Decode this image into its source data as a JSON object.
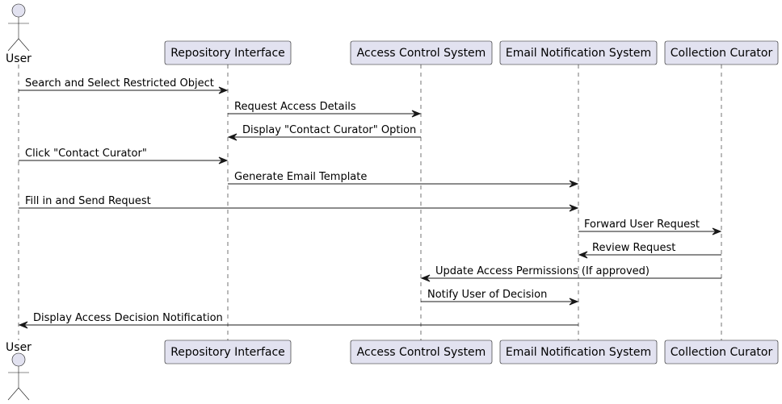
{
  "diagram": {
    "participants": [
      {
        "id": "user",
        "label": "User",
        "kind": "actor"
      },
      {
        "id": "repo",
        "label": "Repository Interface",
        "kind": "box"
      },
      {
        "id": "acs",
        "label": "Access Control System",
        "kind": "box"
      },
      {
        "id": "ens",
        "label": "Email Notification System",
        "kind": "box"
      },
      {
        "id": "curator",
        "label": "Collection Curator",
        "kind": "box"
      }
    ],
    "messages": [
      {
        "from": "user",
        "to": "repo",
        "label": "Search and Select Restricted Object"
      },
      {
        "from": "repo",
        "to": "acs",
        "label": "Request Access Details"
      },
      {
        "from": "acs",
        "to": "repo",
        "label": "Display \"Contact Curator\" Option"
      },
      {
        "from": "user",
        "to": "repo",
        "label": "Click \"Contact Curator\""
      },
      {
        "from": "repo",
        "to": "ens",
        "label": "Generate Email Template"
      },
      {
        "from": "user",
        "to": "ens",
        "label": "Fill in and Send Request"
      },
      {
        "from": "ens",
        "to": "curator",
        "label": "Forward User Request"
      },
      {
        "from": "curator",
        "to": "ens",
        "label": "Review Request"
      },
      {
        "from": "curator",
        "to": "acs",
        "label": "Update Access Permissions (If approved)"
      },
      {
        "from": "acs",
        "to": "ens",
        "label": "Notify User of Decision"
      },
      {
        "from": "ens",
        "to": "user",
        "label": "Display Access Decision Notification"
      }
    ]
  }
}
